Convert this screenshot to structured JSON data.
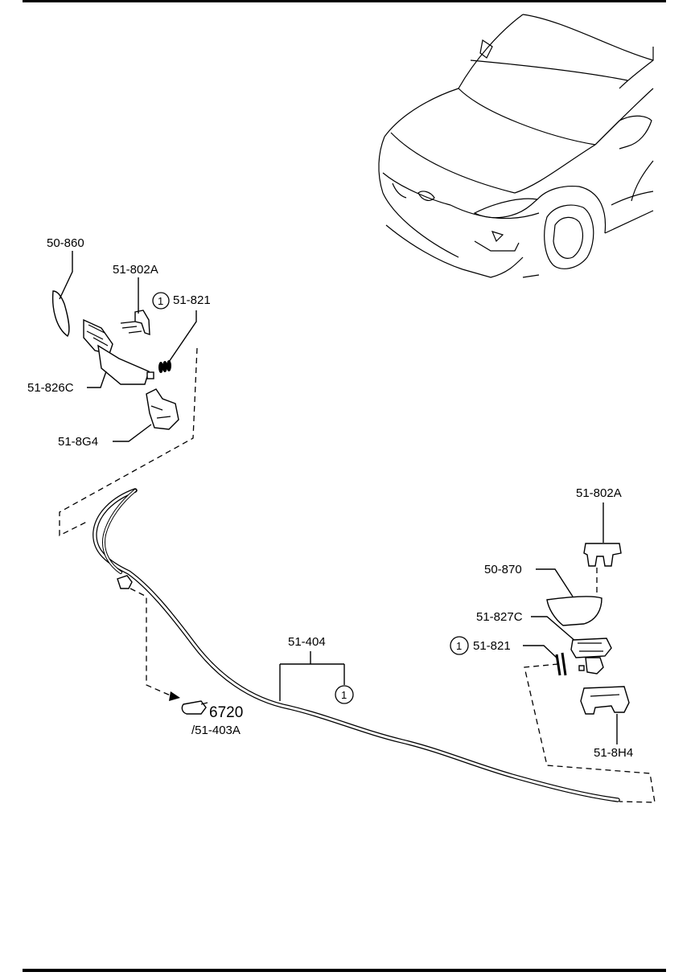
{
  "labels": {
    "left_nozzle_cap": "50-860",
    "left_bracket": "51-802A",
    "left_hose_clip": "51-821",
    "left_washer_nozzle": "51-826C",
    "left_bracket_lower": "51-8G4",
    "right_bracket": "51-802A",
    "right_nozzle_cap": "50-870",
    "right_washer_nozzle": "51-827C",
    "right_hose_clip": "51-821",
    "right_bracket_lower": "51-8H4",
    "hose": "51-404",
    "connector_ref": "6720",
    "connector_ref_sub": "/51-403A"
  },
  "callout_number": "1"
}
